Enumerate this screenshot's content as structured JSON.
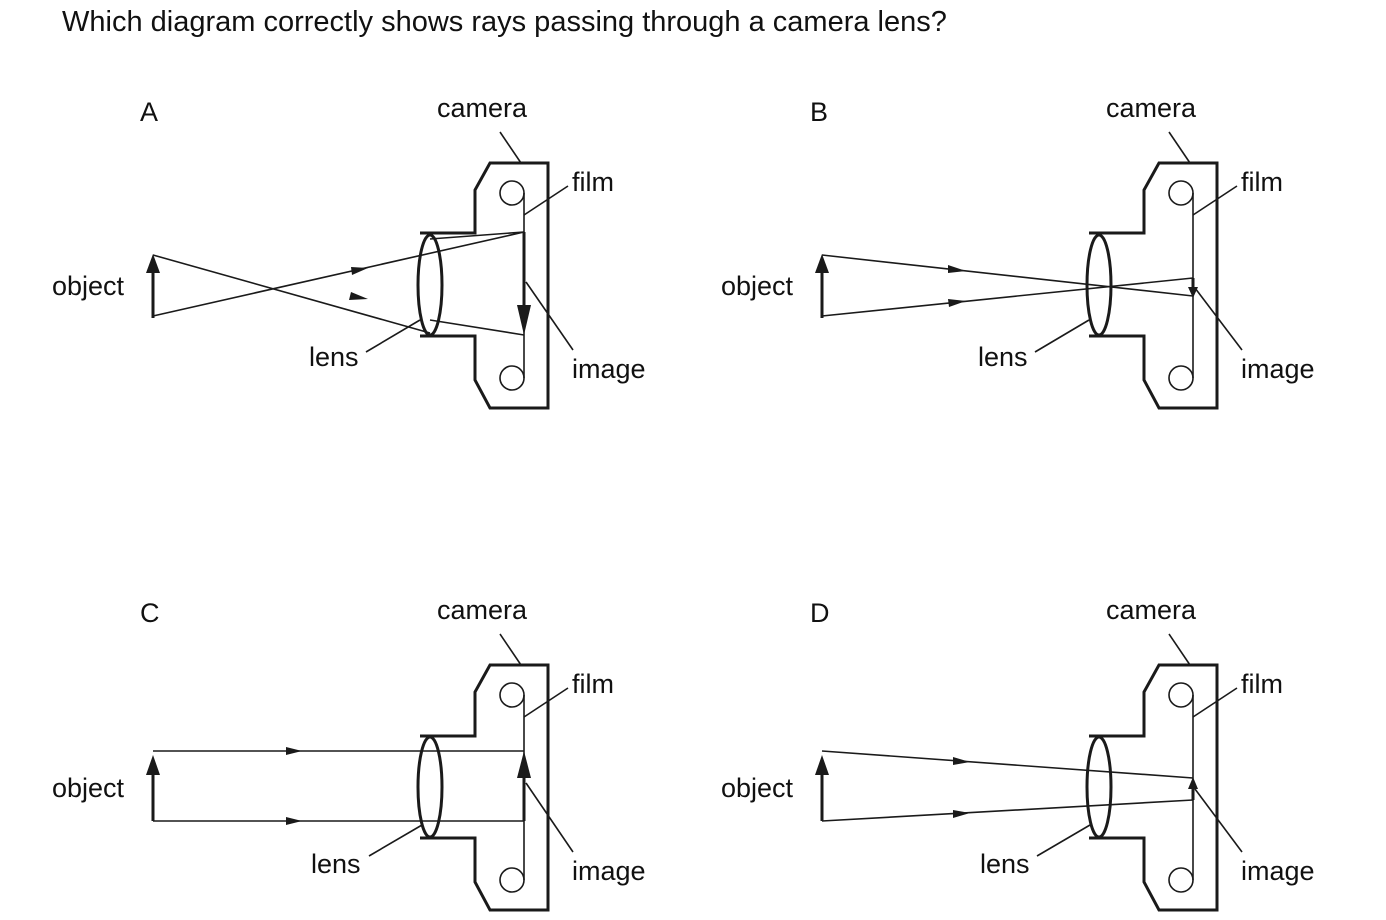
{
  "question": "Which diagram correctly shows rays passing through a camera lens?",
  "labels": {
    "camera": "camera",
    "film": "film",
    "object": "object",
    "lens": "lens",
    "image": "image"
  },
  "options": [
    {
      "letter": "A"
    },
    {
      "letter": "B"
    },
    {
      "letter": "C"
    },
    {
      "letter": "D"
    }
  ]
}
